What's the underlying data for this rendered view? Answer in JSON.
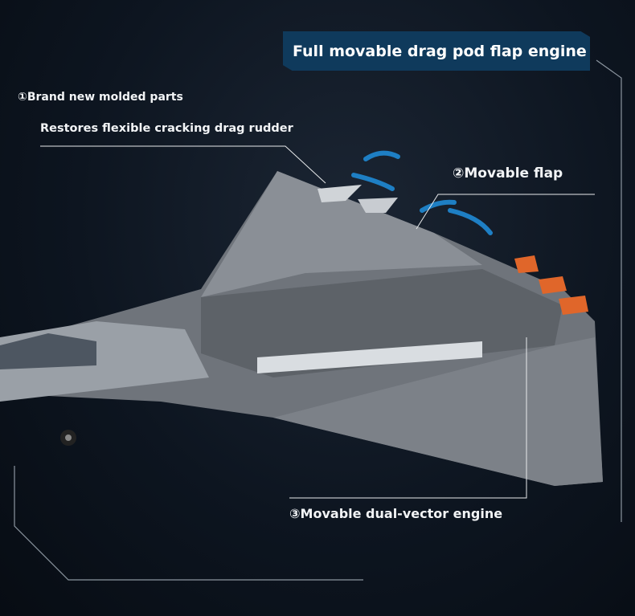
{
  "title": "Full movable drag pod flap engine",
  "callouts": {
    "brand_new": "①Brand new molded parts",
    "rudder": "Restores flexible cracking drag rudder",
    "flap": "②Movable flap",
    "engine": "③Movable dual-vector engine"
  },
  "colors": {
    "title_bg": "#0f3a5c",
    "arrow": "#1e7fc4",
    "exhaust": "#e0662a"
  }
}
